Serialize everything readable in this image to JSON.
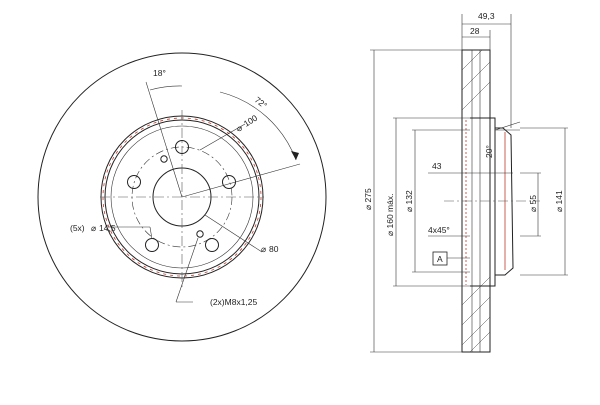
{
  "front_view": {
    "angle_small": "18°",
    "angle_large": "72°",
    "pcd": "100",
    "holes": "(5x)",
    "hole_diameter": "14,5",
    "hub_bore": "80",
    "thread": "(2x)M8x1,25"
  },
  "side_view": {
    "total_thickness": "49,3",
    "disc_thickness": "28",
    "outer_diameter": "275",
    "friction_inner": "160 máx.",
    "diameter_132": "132",
    "dim_43": "43",
    "chamfer": "4x45°",
    "ref_a": "A",
    "angle_20": "20°",
    "diameter_55": "55",
    "diameter_141": "141"
  }
}
